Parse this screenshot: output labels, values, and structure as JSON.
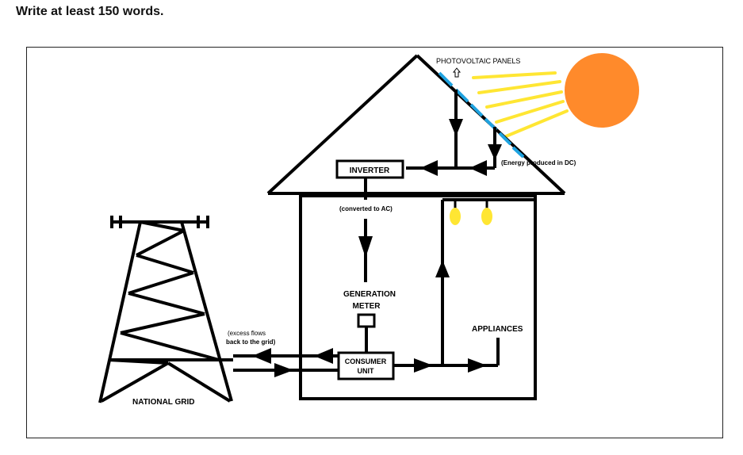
{
  "instruction": "Write at least 150 words.",
  "diagram": {
    "labels": {
      "photovoltaic_panels": "PHOTOVOLTAIC PANELS",
      "energy_dc": "(Energy produced in DC)",
      "inverter": "INVERTER",
      "converted_ac": "(converted to AC)",
      "generation_meter_line1": "GENERATION",
      "generation_meter_line2": "METER",
      "appliances": "APPLIANCES",
      "consumer_unit_line1": "CONSUMER",
      "consumer_unit_line2": "UNIT",
      "excess_line1": "(excess flows",
      "excess_line2": "back to the grid)",
      "national_grid": "NATIONAL GRID"
    },
    "colors": {
      "sun": "#FF8A2B",
      "rays": "#FFE633",
      "panels": "#1FA3E0",
      "bulbs": "#FFE633",
      "lines": "#000000"
    }
  }
}
